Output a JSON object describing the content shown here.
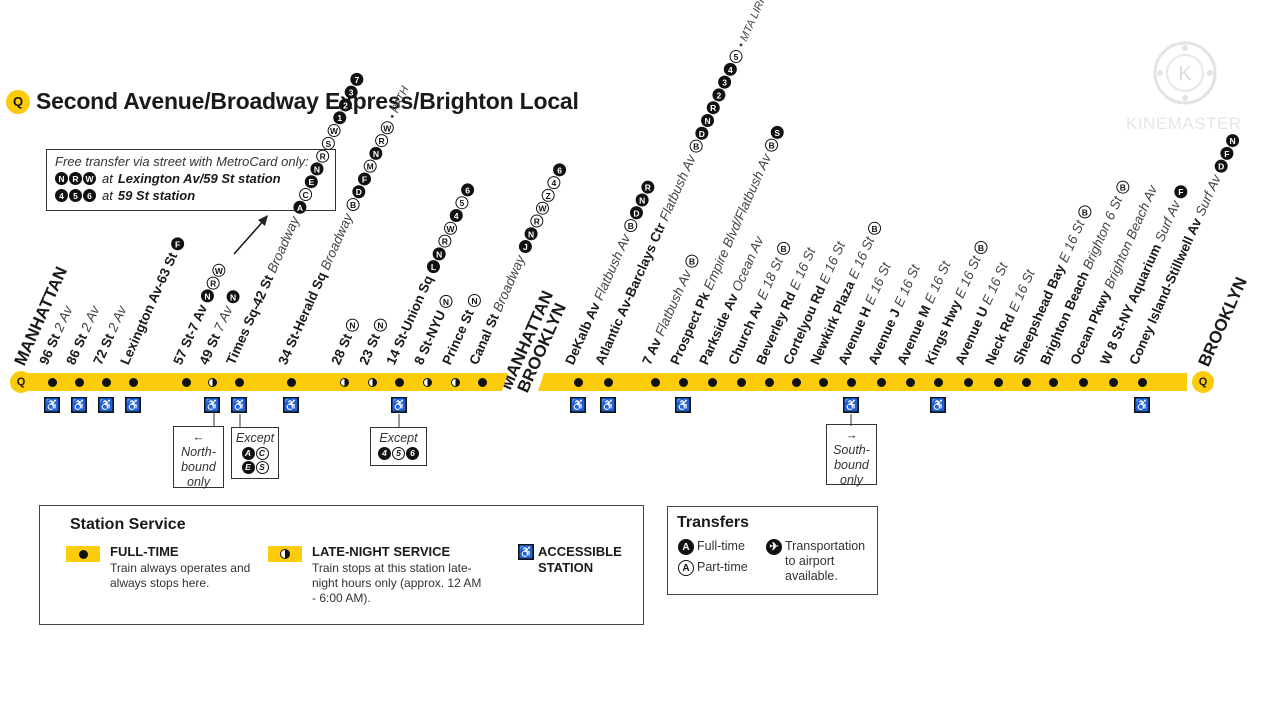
{
  "header": {
    "route": "Q",
    "title": "Second Avenue/Broadway Express/Brighton Local"
  },
  "watermark": {
    "logo_letter": "K",
    "text": "KINEMASTER"
  },
  "note": {
    "line1": "Free transfer via street with MetroCard only:",
    "row1_routes": [
      "N",
      "R",
      "W"
    ],
    "row1_at": "at",
    "row1_station": "Lexington Av/59 St station",
    "row2_routes": [
      "4",
      "5",
      "6"
    ],
    "row2_at": "at",
    "row2_station": "59 St station"
  },
  "boroughs": {
    "manhattan": "MANHATTAN",
    "manhattan_brooklyn_1": "MANHATTAN",
    "manhattan_brooklyn_2": "BROOKLYN",
    "brooklyn": "BROOKLYN"
  },
  "stations": [
    {
      "name": "96 St",
      "street": "2 Av",
      "transfers": []
    },
    {
      "name": "86 St",
      "street": "2 Av",
      "transfers": []
    },
    {
      "name": "72 St",
      "street": "2 Av",
      "transfers": []
    },
    {
      "name": "Lexington Av-63 St",
      "street": "",
      "transfers": [
        {
          "r": "F",
          "t": "full"
        }
      ]
    },
    {
      "name": "57 St-7 Av",
      "street": "",
      "transfers": [
        {
          "r": "N",
          "t": "full"
        },
        {
          "r": "R",
          "t": "part"
        },
        {
          "r": "W",
          "t": "part"
        }
      ]
    },
    {
      "name": "49 St",
      "street": "7 Av",
      "transfers": [
        {
          "r": "N",
          "t": "full"
        }
      ]
    },
    {
      "name": "Times Sq-42 St",
      "street": "Broadway",
      "transfers": [
        {
          "r": "A",
          "t": "full"
        },
        {
          "r": "C",
          "t": "part"
        },
        {
          "r": "E",
          "t": "full"
        },
        {
          "r": "N",
          "t": "full"
        },
        {
          "r": "R",
          "t": "part"
        },
        {
          "r": "S",
          "t": "part"
        },
        {
          "r": "W",
          "t": "part"
        },
        {
          "r": "1",
          "t": "full"
        },
        {
          "r": "2",
          "t": "full"
        },
        {
          "r": "3",
          "t": "full"
        },
        {
          "r": "7",
          "t": "full"
        }
      ]
    },
    {
      "name": "34 St-Herald Sq",
      "street": "Broadway",
      "transfers": [
        {
          "r": "B",
          "t": "part"
        },
        {
          "r": "D",
          "t": "full"
        },
        {
          "r": "F",
          "t": "full"
        },
        {
          "r": "M",
          "t": "part"
        },
        {
          "r": "N",
          "t": "full"
        },
        {
          "r": "R",
          "t": "part"
        },
        {
          "r": "W",
          "t": "part"
        }
      ],
      "extra": "• PATH"
    },
    {
      "name": "28 St",
      "street": "",
      "transfers": [
        {
          "r": "N",
          "t": "part"
        }
      ]
    },
    {
      "name": "23 St",
      "street": "",
      "transfers": [
        {
          "r": "N",
          "t": "part"
        }
      ]
    },
    {
      "name": "14 St-Union Sq",
      "street": "",
      "transfers": [
        {
          "r": "L",
          "t": "full"
        },
        {
          "r": "N",
          "t": "full"
        },
        {
          "r": "R",
          "t": "part"
        },
        {
          "r": "W",
          "t": "part"
        },
        {
          "r": "4",
          "t": "full"
        },
        {
          "r": "5",
          "t": "part"
        },
        {
          "r": "6",
          "t": "full"
        }
      ]
    },
    {
      "name": "8 St-NYU",
      "street": "",
      "transfers": [
        {
          "r": "N",
          "t": "part"
        }
      ]
    },
    {
      "name": "Prince St",
      "street": "",
      "transfers": [
        {
          "r": "N",
          "t": "part"
        }
      ]
    },
    {
      "name": "Canal St",
      "street": "Broadway",
      "transfers": [
        {
          "r": "J",
          "t": "full"
        },
        {
          "r": "N",
          "t": "full"
        },
        {
          "r": "R",
          "t": "part"
        },
        {
          "r": "W",
          "t": "part"
        },
        {
          "r": "Z",
          "t": "part"
        },
        {
          "r": "4",
          "t": "part"
        },
        {
          "r": "6",
          "t": "full"
        }
      ]
    },
    {
      "name": "DeKalb Av",
      "street": "Flatbush Av",
      "transfers": [
        {
          "r": "B",
          "t": "part"
        },
        {
          "r": "D",
          "t": "full"
        },
        {
          "r": "N",
          "t": "full"
        },
        {
          "r": "R",
          "t": "full"
        }
      ]
    },
    {
      "name": "Atlantic Av-Barclays Ctr",
      "street": "Flatbush Av",
      "transfers": [
        {
          "r": "B",
          "t": "part"
        },
        {
          "r": "D",
          "t": "full"
        },
        {
          "r": "N",
          "t": "full"
        },
        {
          "r": "R",
          "t": "full"
        },
        {
          "r": "2",
          "t": "full"
        },
        {
          "r": "3",
          "t": "full"
        },
        {
          "r": "4",
          "t": "full"
        },
        {
          "r": "5",
          "t": "part"
        }
      ],
      "extra": "• MTA LIRR"
    },
    {
      "name": "7 Av",
      "street": "Flatbush Av",
      "transfers": [
        {
          "r": "B",
          "t": "part"
        }
      ]
    },
    {
      "name": "Prospect Pk",
      "street": "Empire Blvd/Flatbush Av",
      "transfers": [
        {
          "r": "B",
          "t": "part"
        },
        {
          "r": "S",
          "t": "full"
        }
      ]
    },
    {
      "name": "Parkside Av",
      "street": "Ocean Av",
      "transfers": []
    },
    {
      "name": "Church Av",
      "street": "E 18 St",
      "transfers": [
        {
          "r": "B",
          "t": "part"
        }
      ]
    },
    {
      "name": "Beverley Rd",
      "street": "E 16 St",
      "transfers": []
    },
    {
      "name": "Cortelyou Rd",
      "street": "E 16 St",
      "transfers": []
    },
    {
      "name": "Newkirk Plaza",
      "street": "E 16 St",
      "transfers": [
        {
          "r": "B",
          "t": "part"
        }
      ]
    },
    {
      "name": "Avenue H",
      "street": "E 16 St",
      "transfers": []
    },
    {
      "name": "Avenue J",
      "street": "E 16 St",
      "transfers": []
    },
    {
      "name": "Avenue M",
      "street": "E 16 St",
      "transfers": []
    },
    {
      "name": "Kings Hwy",
      "street": "E 16 St",
      "transfers": [
        {
          "r": "B",
          "t": "part"
        }
      ]
    },
    {
      "name": "Avenue U",
      "street": "E 16 St",
      "transfers": []
    },
    {
      "name": "Neck Rd",
      "street": "E 16 St",
      "transfers": []
    },
    {
      "name": "Sheepshead Bay",
      "street": "E 16 St",
      "transfers": [
        {
          "r": "B",
          "t": "part"
        }
      ]
    },
    {
      "name": "Brighton Beach",
      "street": "Brighton 6 St",
      "transfers": [
        {
          "r": "B",
          "t": "part"
        }
      ]
    },
    {
      "name": "Ocean Pkwy",
      "street": "Brighton Beach Av",
      "transfers": []
    },
    {
      "name": "W 8 St-NY Aquarium",
      "street": "Surf Av",
      "transfers": [
        {
          "r": "F",
          "t": "full"
        }
      ]
    },
    {
      "name": "Coney Island-Stillwell Av",
      "street": "Surf Av",
      "transfers": [
        {
          "r": "D",
          "t": "full"
        },
        {
          "r": "F",
          "t": "full"
        },
        {
          "r": "N",
          "t": "full"
        }
      ]
    }
  ],
  "callouts": {
    "northbound": "North-bound only",
    "northbound_arrow": "←",
    "except1_label": "Except",
    "except1_routes": [
      "A",
      "C",
      "E",
      "S"
    ],
    "except2_label": "Except",
    "except2_routes": [
      "4",
      "5",
      "6"
    ],
    "southbound": "South-bound only",
    "southbound_arrow": "→"
  },
  "legend": {
    "title": "Station Service",
    "fulltime_name": "FULL-TIME",
    "fulltime_desc": "Train always operates and  always stops here.",
    "late_name": "LATE-NIGHT SERVICE",
    "late_desc": "Train stops at this station late-night hours only (approx. 12 AM - 6:00 AM).",
    "acc_name": "ACCESSIBLE STATION",
    "acc_icon": "wheelchair-icon"
  },
  "transfers_legend": {
    "title": "Transfers",
    "full": "Full-time",
    "part": "Part-time",
    "airport": "Transportation to airport available.",
    "sample_route": "A"
  },
  "colors": {
    "line": "#fccc0a",
    "text": "#1a1a1a"
  }
}
